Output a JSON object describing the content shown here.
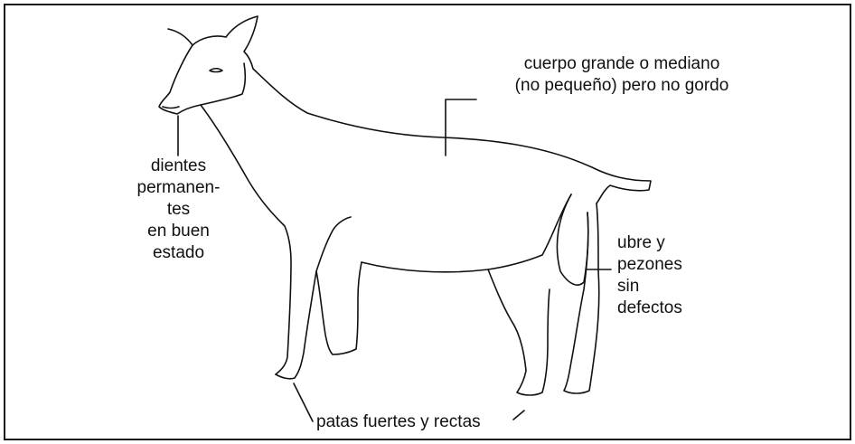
{
  "labels": {
    "body": [
      "cuerpo grande o mediano",
      "(no pequeño) pero no gordo"
    ],
    "teeth": [
      "dientes",
      "permanen-",
      "tes",
      "en buen",
      "estado"
    ],
    "udder": [
      "ubre y",
      "pezones",
      "sin",
      "defectos"
    ],
    "legs": "patas fuertes y rectas"
  },
  "colors": {
    "ink": "#111111",
    "border": "#1a1a1a",
    "background": "#ffffff"
  }
}
